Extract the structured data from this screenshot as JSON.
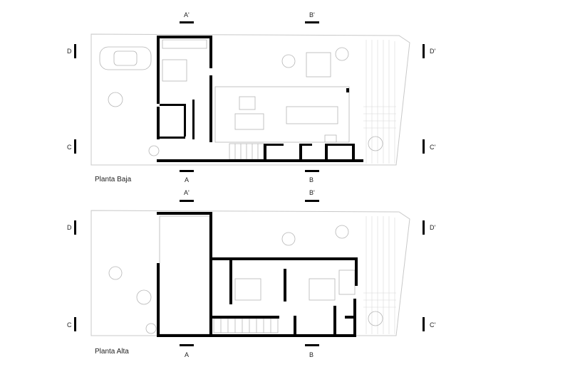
{
  "plans": [
    {
      "title": "Planta Baja",
      "sections": {
        "a_top": "A'",
        "a_bottom": "A",
        "b_top": "B'",
        "b_bottom": "B",
        "d_left": "D",
        "d_right": "D'",
        "c_left": "C",
        "c_right": "C'"
      }
    },
    {
      "title": "Planta Alta",
      "sections": {
        "a_top": "A'",
        "a_bottom": "A",
        "b_top": "B'",
        "b_bottom": "B",
        "d_left": "D",
        "d_right": "D'",
        "c_left": "C",
        "c_right": "C'"
      }
    }
  ],
  "colors": {
    "wall": "#000000",
    "thin_line": "#c8c8c8",
    "background": "#ffffff"
  }
}
